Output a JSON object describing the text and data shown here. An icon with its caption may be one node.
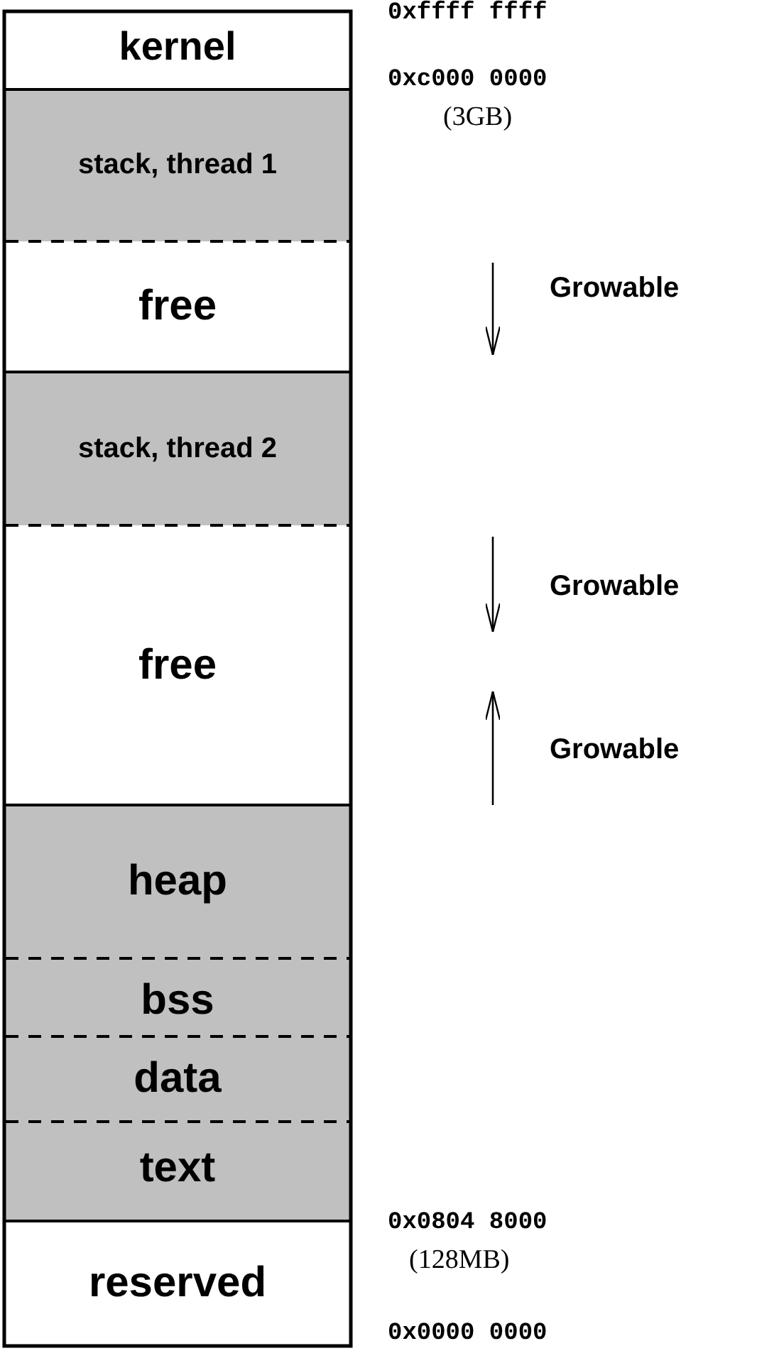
{
  "diagram": {
    "nodes": [
      {
        "text": [
          "kernel"
        ]
      },
      {
        "text": [
          "stack, thread 1"
        ]
      },
      {
        "text": [
          "free"
        ]
      },
      {
        "text": [
          "stack, thread 2"
        ]
      },
      {
        "text": [
          "free"
        ]
      },
      {
        "text": [
          "heap"
        ]
      },
      {
        "text": [
          "bss"
        ]
      },
      {
        "text": [
          "data"
        ]
      },
      {
        "text": [
          "text"
        ]
      },
      {
        "text": [
          "reserved"
        ]
      }
    ],
    "labels": [
      "0xffff ffff",
      "0xc000 0000",
      "(3GB)",
      "Growable",
      "Growable",
      "Growable",
      "0x0804 8000",
      "(128MB)",
      "0x0000 0000"
    ]
  }
}
